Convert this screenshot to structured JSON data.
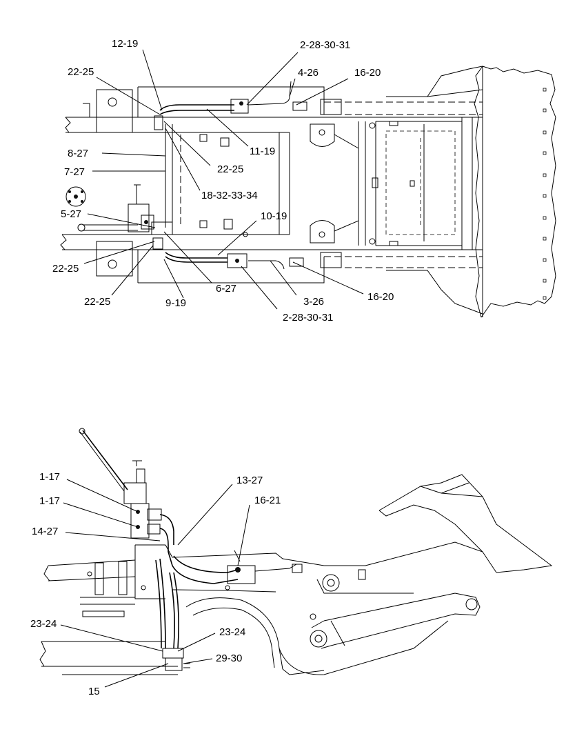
{
  "top_view": {
    "callouts": [
      {
        "id": "c1",
        "text": "12-19"
      },
      {
        "id": "c2",
        "text": "2-28-30-31"
      },
      {
        "id": "c3",
        "text": "22-25"
      },
      {
        "id": "c4",
        "text": "4-26"
      },
      {
        "id": "c5",
        "text": "16-20"
      },
      {
        "id": "c6",
        "text": "11-19"
      },
      {
        "id": "c7",
        "text": "22-25"
      },
      {
        "id": "c8",
        "text": "8-27"
      },
      {
        "id": "c9",
        "text": "7-27"
      },
      {
        "id": "c10",
        "text": "18-32-33-34"
      },
      {
        "id": "c11",
        "text": "5-27"
      },
      {
        "id": "c12",
        "text": "10-19"
      },
      {
        "id": "c13",
        "text": "22-25"
      },
      {
        "id": "c14",
        "text": "6-27"
      },
      {
        "id": "c15",
        "text": "22-25"
      },
      {
        "id": "c16",
        "text": "9-19"
      },
      {
        "id": "c17",
        "text": "3-26"
      },
      {
        "id": "c18",
        "text": "16-20"
      },
      {
        "id": "c19",
        "text": "2-28-30-31"
      }
    ]
  },
  "side_view": {
    "callouts": [
      {
        "id": "s1",
        "text": "1-17"
      },
      {
        "id": "s2",
        "text": "13-27"
      },
      {
        "id": "s3",
        "text": "1-17"
      },
      {
        "id": "s4",
        "text": "16-21"
      },
      {
        "id": "s5",
        "text": "14-27"
      },
      {
        "id": "s6",
        "text": "23-24"
      },
      {
        "id": "s7",
        "text": "23-24"
      },
      {
        "id": "s8",
        "text": "29-30"
      },
      {
        "id": "s9",
        "text": "15"
      }
    ]
  }
}
